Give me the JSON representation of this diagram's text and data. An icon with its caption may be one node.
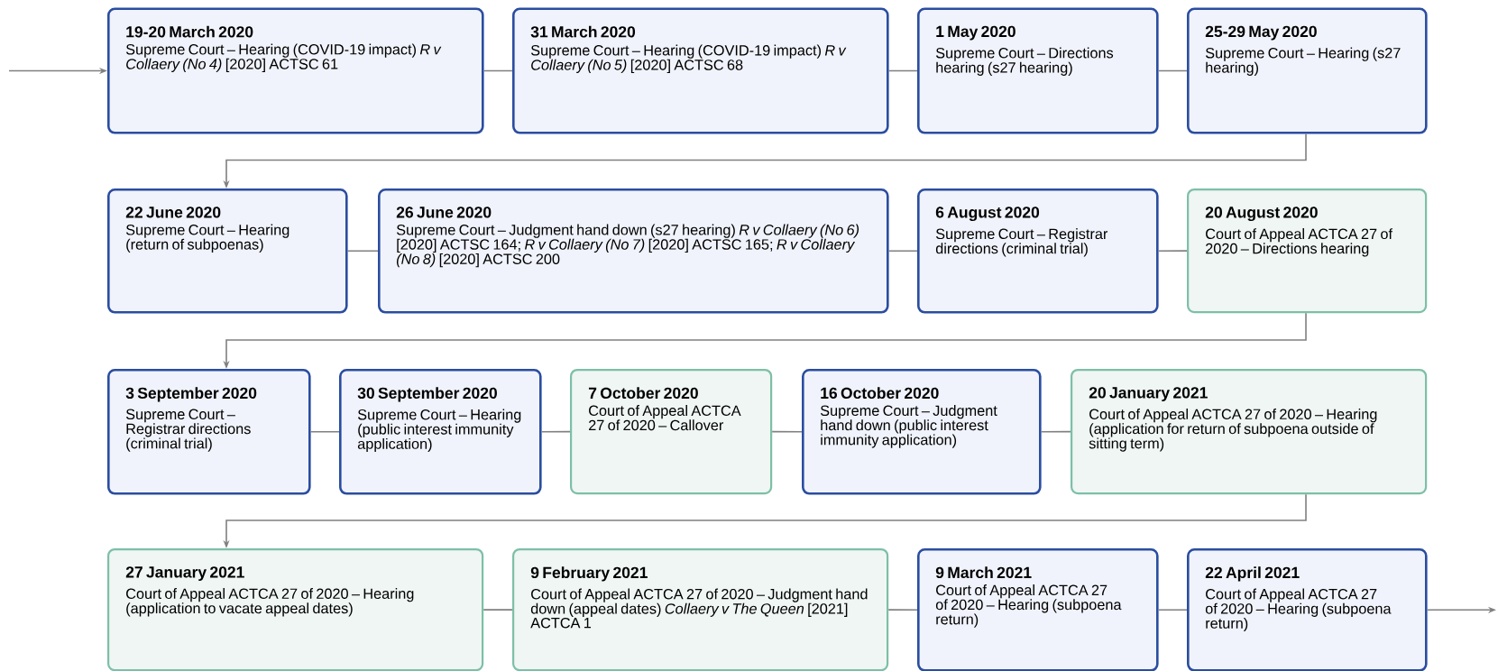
{
  "diagram": {
    "nodes": [
      {
        "text": [
          "19-20 March 2020",
          "Supreme Court – Hearing (COVID-19 impact) *R v Collaery (No 4)* [2020] ACTSC 61"
        ]
      },
      {
        "text": [
          "31 March 2020",
          "Supreme Court – Hearing (COVID-19 impact) *R v Collaery (No 5)* [2020] ACTSC 68"
        ]
      },
      {
        "text": [
          "1 May 2020",
          "Supreme Court – Directions hearing (s27 hearing)"
        ]
      },
      {
        "text": [
          "25-29 May 2020",
          "Supreme Court – Hearing (s27 hearing)"
        ]
      },
      {
        "text": [
          "22 June 2020",
          "Supreme Court – Hearing (return of subpoenas)"
        ]
      },
      {
        "text": [
          "26 June 2020",
          "Supreme Court – Judgment hand down (s27 hearing) *R v Collaery (No 6)* [2020] ACTSC 164; *R v Collaery (No 7)* [2020] ACTSC 165; *R v Collaery (No 8)* [2020] ACTSC 200"
        ]
      },
      {
        "text": [
          "6 August 2020",
          "Supreme Court – Registrar directions (criminal trial)"
        ]
      },
      {
        "text": [
          "20 August 2020",
          "Court of Appeal ACTCA 27 of 2020 – Directions hearing"
        ]
      },
      {
        "text": [
          "3 September 2020",
          "Supreme Court – Registrar directions (criminal trial)"
        ]
      },
      {
        "text": [
          "30 September 2020",
          "Supreme Court – Hearing (public interest immunity application)"
        ]
      },
      {
        "text": [
          "7 October 2020",
          "Court of Appeal ACTCA 27 of 2020 – Callover"
        ]
      },
      {
        "text": [
          "16 October 2020",
          "Supreme Court – Judgment hand down (public interest immunity application)"
        ]
      },
      {
        "text": [
          "20 January 2021",
          "Court of Appeal ACTCA 27 of 2020 – Hearing (application for return of subpoena outside of sitting term)"
        ]
      },
      {
        "text": [
          "27 January 2021",
          "Court of Appeal ACTCA 27 of 2020 – Hearing (application to vacate appeal dates)"
        ]
      },
      {
        "text": [
          "9 February 2021",
          "Court of Appeal ACTCA 27 of 2020 – Judgment hand down (appeal dates) *Collaery v The Queen* [2021] ACTCA 1"
        ]
      },
      {
        "text": [
          "9 March 2021",
          "Court of Appeal ACTCA 27 of 2020 – Hearing (subpoena return)"
        ]
      },
      {
        "text": [
          "22 April 2021",
          "Court of Appeal ACTCA 27 of 2020 – Hearing (subpoena return)"
        ]
      }
    ],
    "edges": [
      {
        "from": null,
        "to": 0,
        "arrow": "to"
      },
      {
        "from": 0,
        "to": 1,
        "arrow": "none"
      },
      {
        "from": 1,
        "to": 2,
        "arrow": "none"
      },
      {
        "from": 2,
        "to": 3,
        "arrow": "none"
      },
      {
        "from": 3,
        "to": 4,
        "arrow": "to"
      },
      {
        "from": 4,
        "to": 5,
        "arrow": "none"
      },
      {
        "from": 5,
        "to": 6,
        "arrow": "none"
      },
      {
        "from": 6,
        "to": 7,
        "arrow": "none"
      },
      {
        "from": 7,
        "to": 8,
        "arrow": "to"
      },
      {
        "from": 8,
        "to": 9,
        "arrow": "none"
      },
      {
        "from": 9,
        "to": 10,
        "arrow": "none"
      },
      {
        "from": 10,
        "to": 11,
        "arrow": "none"
      },
      {
        "from": 11,
        "to": 12,
        "arrow": "none"
      },
      {
        "from": 12,
        "to": 13,
        "arrow": "to"
      },
      {
        "from": 13,
        "to": 14,
        "arrow": "none"
      },
      {
        "from": 14,
        "to": 15,
        "arrow": "none"
      },
      {
        "from": 15,
        "to": 16,
        "arrow": "none"
      },
      {
        "from": 16,
        "to": null,
        "arrow": "to"
      }
    ]
  }
}
